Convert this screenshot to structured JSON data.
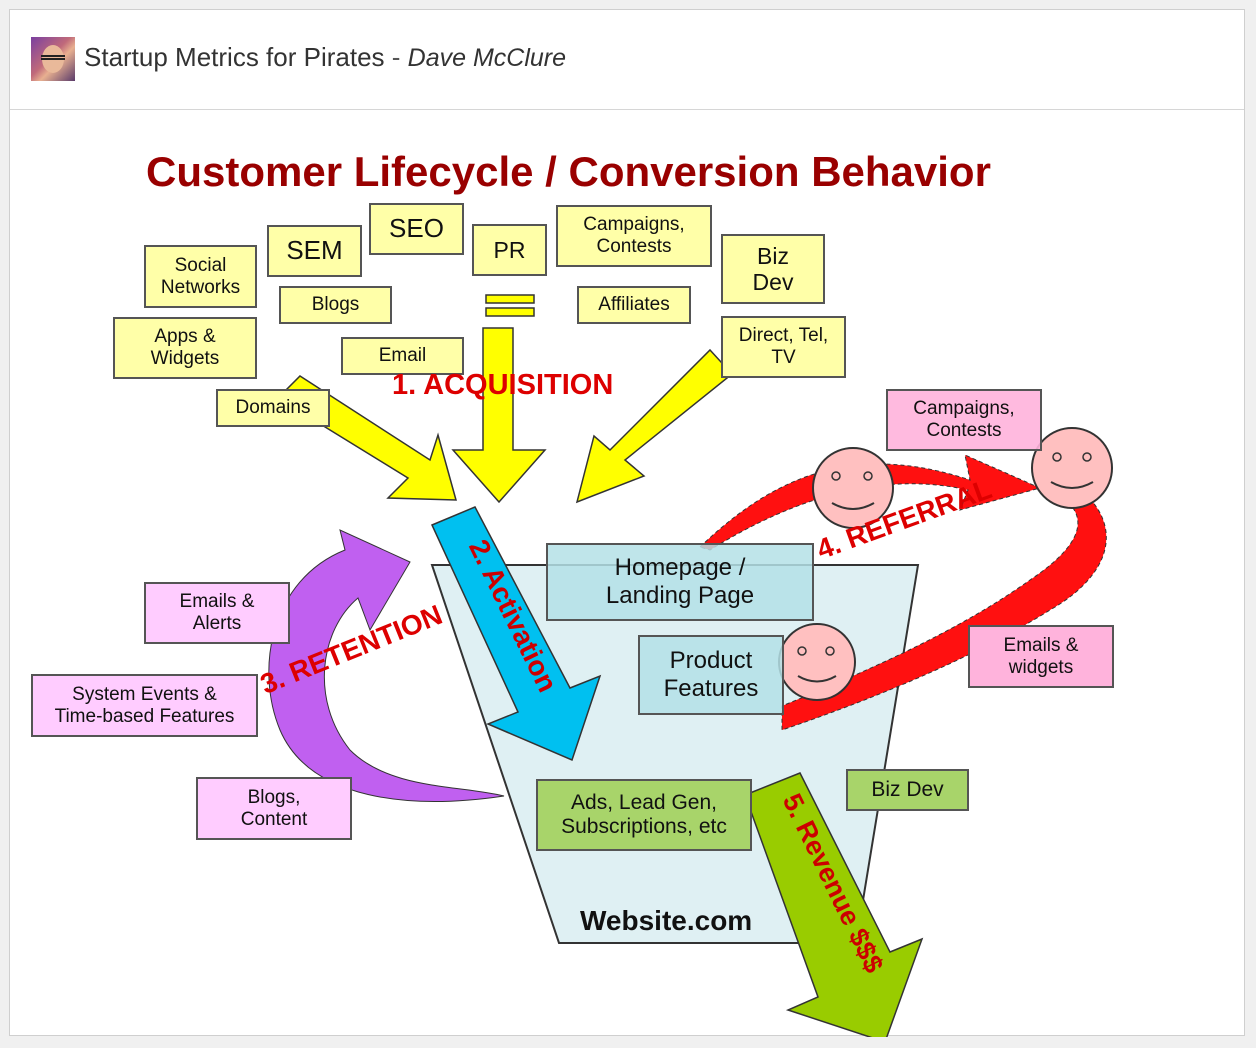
{
  "header": {
    "title": "Startup Metrics for Pirates",
    "separator": " - ",
    "author": "Dave McClure",
    "avatar_icon": "person-avatar-icon"
  },
  "diagram": {
    "heading": "Customer Lifecycle / Conversion Behavior",
    "stages": {
      "acquisition": "1. ACQUISITION",
      "activation": "2. Activation",
      "retention": "3. RETENTION",
      "referral": "4. REFERRAL",
      "revenue": "5. Revenue $$$"
    },
    "acquisition_channels": {
      "social": "Social\nNetworks",
      "sem": "SEM",
      "seo": "SEO",
      "pr": "PR",
      "campaigns": "Campaigns,\nContests",
      "bizdev": "Biz\nDev",
      "apps": "Apps &\nWidgets",
      "blogs": "Blogs",
      "email": "Email",
      "affiliates": "Affiliates",
      "direct": "Direct, Tel,\nTV",
      "domains": "Domains"
    },
    "website": {
      "name": "Website.com",
      "homepage": "Homepage /\nLanding Page",
      "features": "Product\nFeatures",
      "ads": "Ads, Lead Gen,\nSubscriptions, etc"
    },
    "retention_channels": {
      "emails_alerts": "Emails &\nAlerts",
      "system_events": "System Events &\nTime-based Features",
      "blogs_content": "Blogs,\nContent"
    },
    "referral_channels": {
      "campaigns": "Campaigns,\nContests",
      "emails_widgets": "Emails &\nwidgets"
    },
    "revenue_channels": {
      "bizdev": "Biz Dev"
    },
    "colors": {
      "heading": "#990000",
      "stage_label": "#dd0000",
      "acquisition_arrow": "#ffff00",
      "activation_arrow": "#00c0f0",
      "retention_arrow": "#c060f0",
      "referral_arrow": "#ff1010",
      "revenue_arrow": "#99cc00"
    }
  }
}
